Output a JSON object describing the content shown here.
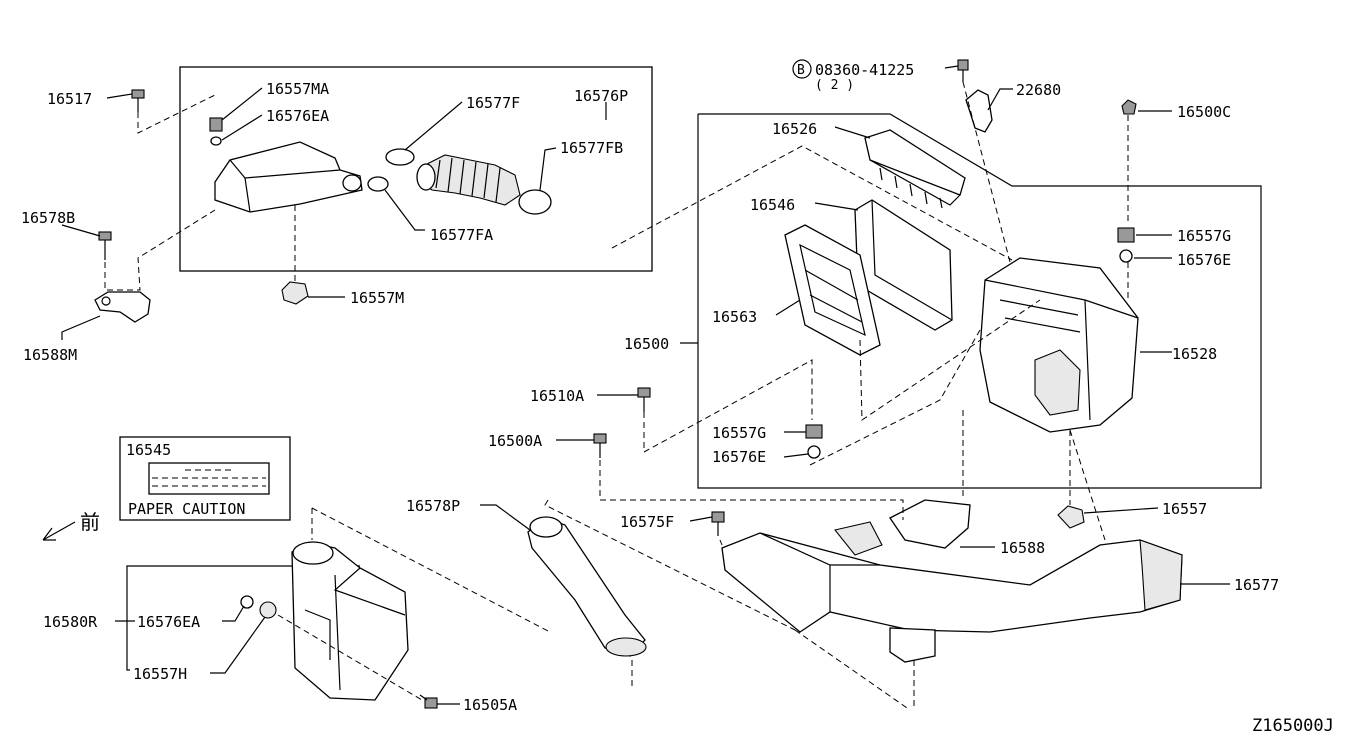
{
  "diagram": {
    "code": "Z165000J",
    "front_mark": "前",
    "labels": {
      "p16517": "16517",
      "p16557MA": "16557MA",
      "p16576EA_top": "16576EA",
      "p16577F": "16577F",
      "p16576P": "16576P",
      "p16577FB": "16577FB",
      "p16577FA": "16577FA",
      "p16578B": "16578B",
      "p16588M": "16588M",
      "p16557M": "16557M",
      "bolt_code": "08360-41225",
      "bolt_qty": "( 2 )",
      "p22680": "22680",
      "p16500C": "16500C",
      "p16526": "16526",
      "p16546": "16546",
      "p16557G_top": "16557G",
      "p16576E_top": "16576E",
      "p16563": "16563",
      "p16500": "16500",
      "p16528": "16528",
      "p16510A": "16510A",
      "p16500A": "16500A",
      "p16557G_bot": "16557G",
      "p16576E_bot": "16576E",
      "p16545": "16545",
      "paper_caution": "PAPER CAUTION",
      "p16578P": "16578P",
      "p16575F": "16575F",
      "p16557": "16557",
      "p16588": "16588",
      "p16577": "16577",
      "p16580R": "16580R",
      "p16576EA_bot": "16576EA",
      "p16557H": "16557H",
      "p16505A": "16505A"
    }
  }
}
